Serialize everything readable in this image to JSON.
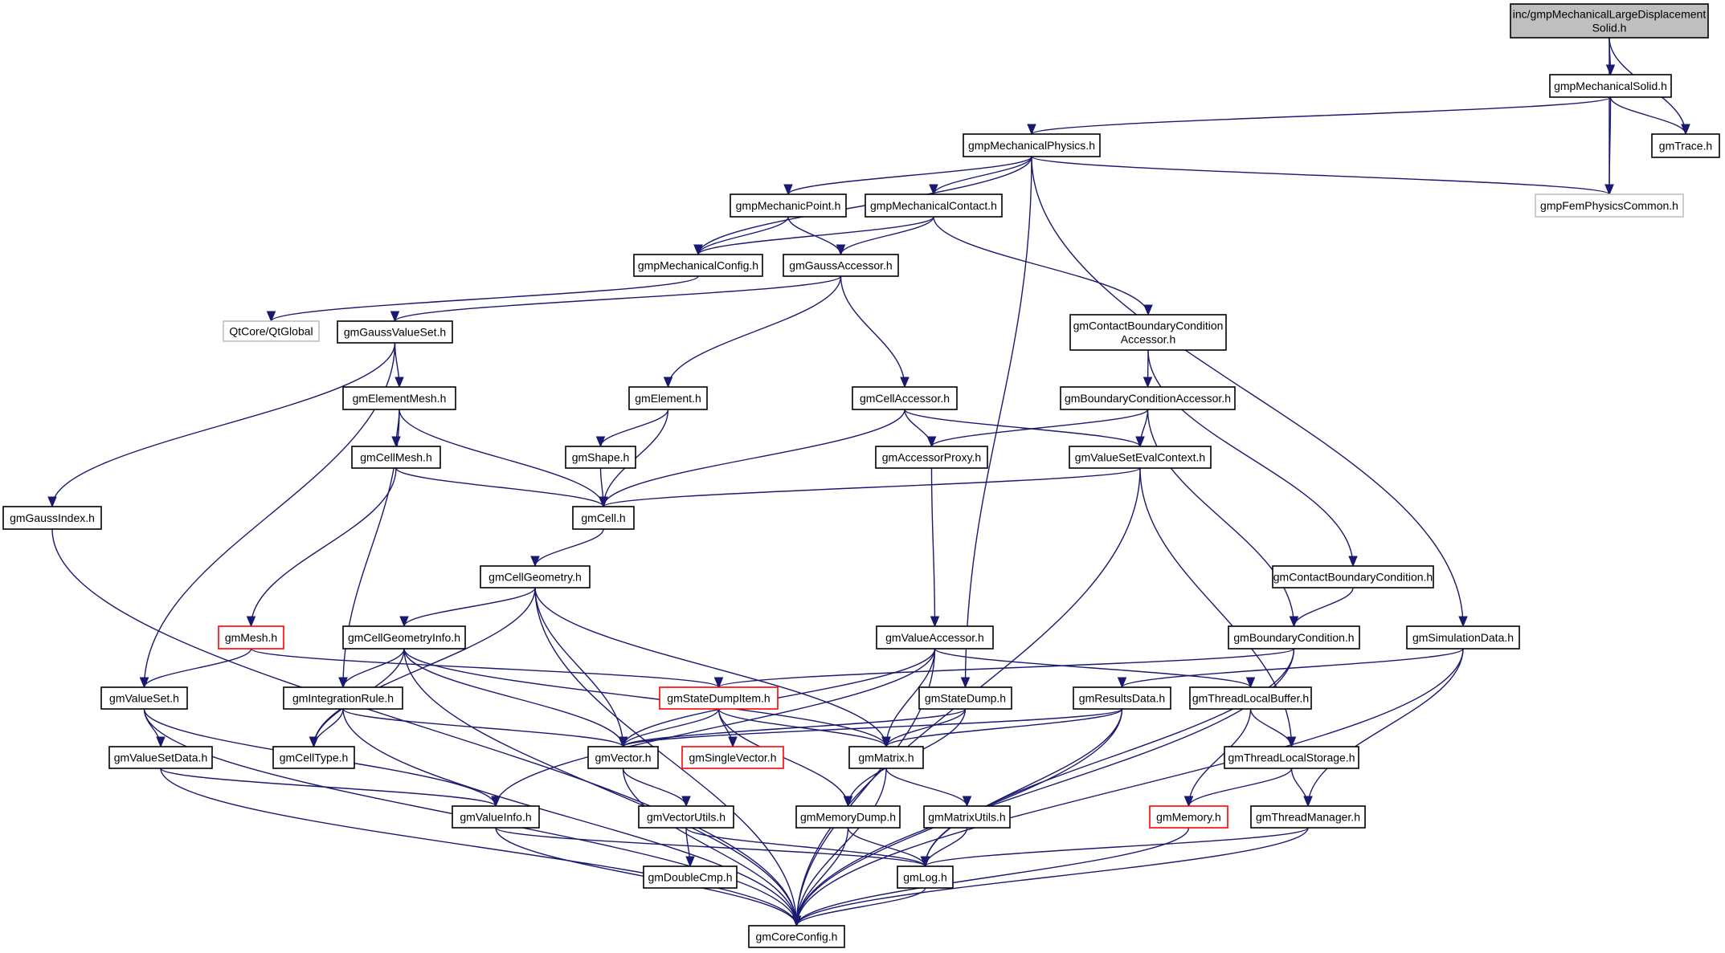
{
  "diagram": {
    "type": "include-dependency-graph",
    "colors": {
      "edge": "#191970",
      "root_fill": "#bfbfbf",
      "node_border": "#000000",
      "external_border": "#bfbfbf",
      "incomplete_border": "#ff0000"
    },
    "nodes": [
      {
        "id": "root",
        "label": [
          "inc/gmpMechanicalLargeDisplacement",
          "Solid.h"
        ],
        "kind": "root"
      },
      {
        "id": "mechSolid",
        "label": [
          "gmpMechanicalSolid.h"
        ],
        "kind": "normal"
      },
      {
        "id": "trace",
        "label": [
          "gmTrace.h"
        ],
        "kind": "normal"
      },
      {
        "id": "femCommon",
        "label": [
          "gmpFemPhysicsCommon.h"
        ],
        "kind": "external"
      },
      {
        "id": "mechPhysics",
        "label": [
          "gmpMechanicalPhysics.h"
        ],
        "kind": "normal"
      },
      {
        "id": "mechPoint",
        "label": [
          "gmpMechanicPoint.h"
        ],
        "kind": "normal"
      },
      {
        "id": "mechContact",
        "label": [
          "gmpMechanicalContact.h"
        ],
        "kind": "normal"
      },
      {
        "id": "mechConfig",
        "label": [
          "gmpMechanicalConfig.h"
        ],
        "kind": "normal"
      },
      {
        "id": "gaussAccessor",
        "label": [
          "gmGaussAccessor.h"
        ],
        "kind": "normal"
      },
      {
        "id": "qtGlobal",
        "label": [
          "QtCore/QtGlobal"
        ],
        "kind": "external"
      },
      {
        "id": "gaussValueSet",
        "label": [
          "gmGaussValueSet.h"
        ],
        "kind": "normal"
      },
      {
        "id": "contactBCAccessor",
        "label": [
          "gmContactBoundaryCondition",
          "Accessor.h"
        ],
        "kind": "normal"
      },
      {
        "id": "elementMesh",
        "label": [
          "gmElementMesh.h"
        ],
        "kind": "normal"
      },
      {
        "id": "element",
        "label": [
          "gmElement.h"
        ],
        "kind": "normal"
      },
      {
        "id": "cellAccessor",
        "label": [
          "gmCellAccessor.h"
        ],
        "kind": "normal"
      },
      {
        "id": "bcAccessor",
        "label": [
          "gmBoundaryConditionAccessor.h"
        ],
        "kind": "normal"
      },
      {
        "id": "cellMesh",
        "label": [
          "gmCellMesh.h"
        ],
        "kind": "normal"
      },
      {
        "id": "shape",
        "label": [
          "gmShape.h"
        ],
        "kind": "normal"
      },
      {
        "id": "accessorProxy",
        "label": [
          "gmAccessorProxy.h"
        ],
        "kind": "normal"
      },
      {
        "id": "valueSetEvalContext",
        "label": [
          "gmValueSetEvalContext.h"
        ],
        "kind": "normal"
      },
      {
        "id": "gaussIndex",
        "label": [
          "gmGaussIndex.h"
        ],
        "kind": "normal"
      },
      {
        "id": "cell",
        "label": [
          "gmCell.h"
        ],
        "kind": "normal"
      },
      {
        "id": "cellGeometry",
        "label": [
          "gmCellGeometry.h"
        ],
        "kind": "normal"
      },
      {
        "id": "contactBC",
        "label": [
          "gmContactBoundaryCondition.h"
        ],
        "kind": "normal"
      },
      {
        "id": "mesh",
        "label": [
          "gmMesh.h"
        ],
        "kind": "incomplete"
      },
      {
        "id": "cellGeometryInfo",
        "label": [
          "gmCellGeometryInfo.h"
        ],
        "kind": "normal"
      },
      {
        "id": "valueAccessor",
        "label": [
          "gmValueAccessor.h"
        ],
        "kind": "normal"
      },
      {
        "id": "boundaryCondition",
        "label": [
          "gmBoundaryCondition.h"
        ],
        "kind": "normal"
      },
      {
        "id": "simulationData",
        "label": [
          "gmSimulationData.h"
        ],
        "kind": "normal"
      },
      {
        "id": "valueSet",
        "label": [
          "gmValueSet.h"
        ],
        "kind": "normal"
      },
      {
        "id": "integrationRule",
        "label": [
          "gmIntegrationRule.h"
        ],
        "kind": "normal"
      },
      {
        "id": "stateDumpItem",
        "label": [
          "gmStateDumpItem.h"
        ],
        "kind": "incomplete"
      },
      {
        "id": "stateDump",
        "label": [
          "gmStateDump.h"
        ],
        "kind": "normal"
      },
      {
        "id": "resultsData",
        "label": [
          "gmResultsData.h"
        ],
        "kind": "normal"
      },
      {
        "id": "threadLocalBuffer",
        "label": [
          "gmThreadLocalBuffer.h"
        ],
        "kind": "normal"
      },
      {
        "id": "valueSetData",
        "label": [
          "gmValueSetData.h"
        ],
        "kind": "normal"
      },
      {
        "id": "cellType",
        "label": [
          "gmCellType.h"
        ],
        "kind": "normal"
      },
      {
        "id": "vector",
        "label": [
          "gmVector.h"
        ],
        "kind": "normal"
      },
      {
        "id": "singleVector",
        "label": [
          "gmSingleVector.h"
        ],
        "kind": "incomplete"
      },
      {
        "id": "matrix",
        "label": [
          "gmMatrix.h"
        ],
        "kind": "normal"
      },
      {
        "id": "threadLocalStorage",
        "label": [
          "gmThreadLocalStorage.h"
        ],
        "kind": "normal"
      },
      {
        "id": "valueInfo",
        "label": [
          "gmValueInfo.h"
        ],
        "kind": "normal"
      },
      {
        "id": "vectorUtils",
        "label": [
          "gmVectorUtils.h"
        ],
        "kind": "normal"
      },
      {
        "id": "memoryDump",
        "label": [
          "gmMemoryDump.h"
        ],
        "kind": "normal"
      },
      {
        "id": "matrixUtils",
        "label": [
          "gmMatrixUtils.h"
        ],
        "kind": "normal"
      },
      {
        "id": "memory",
        "label": [
          "gmMemory.h"
        ],
        "kind": "incomplete"
      },
      {
        "id": "threadManager",
        "label": [
          "gmThreadManager.h"
        ],
        "kind": "normal"
      },
      {
        "id": "doubleCmp",
        "label": [
          "gmDoubleCmp.h"
        ],
        "kind": "normal"
      },
      {
        "id": "log",
        "label": [
          "gmLog.h"
        ],
        "kind": "normal"
      },
      {
        "id": "coreConfig",
        "label": [
          "gmCoreConfig.h"
        ],
        "kind": "normal"
      }
    ],
    "edges": [
      [
        "root",
        "mechSolid"
      ],
      [
        "root",
        "trace"
      ],
      [
        "root",
        "femCommon"
      ],
      [
        "mechSolid",
        "mechPhysics"
      ],
      [
        "mechSolid",
        "trace"
      ],
      [
        "mechSolid",
        "femCommon"
      ],
      [
        "mechPhysics",
        "mechPoint"
      ],
      [
        "mechPhysics",
        "mechContact"
      ],
      [
        "mechPhysics",
        "mechConfig"
      ],
      [
        "mechPhysics",
        "femCommon"
      ],
      [
        "mechPhysics",
        "simulationData"
      ],
      [
        "mechPhysics",
        "stateDump"
      ],
      [
        "mechPoint",
        "mechConfig"
      ],
      [
        "mechPoint",
        "gaussAccessor"
      ],
      [
        "mechContact",
        "mechConfig"
      ],
      [
        "mechContact",
        "gaussAccessor"
      ],
      [
        "mechContact",
        "contactBCAccessor"
      ],
      [
        "mechConfig",
        "qtGlobal"
      ],
      [
        "gaussAccessor",
        "gaussValueSet"
      ],
      [
        "gaussAccessor",
        "element"
      ],
      [
        "gaussAccessor",
        "cellAccessor"
      ],
      [
        "gaussValueSet",
        "elementMesh"
      ],
      [
        "gaussValueSet",
        "gaussIndex"
      ],
      [
        "gaussValueSet",
        "valueSet"
      ],
      [
        "contactBCAccessor",
        "bcAccessor"
      ],
      [
        "contactBCAccessor",
        "contactBC"
      ],
      [
        "elementMesh",
        "cellMesh"
      ],
      [
        "elementMesh",
        "cell"
      ],
      [
        "elementMesh",
        "integrationRule"
      ],
      [
        "element",
        "shape"
      ],
      [
        "element",
        "cell"
      ],
      [
        "cellAccessor",
        "accessorProxy"
      ],
      [
        "cellAccessor",
        "valueSetEvalContext"
      ],
      [
        "cellAccessor",
        "cell"
      ],
      [
        "bcAccessor",
        "accessorProxy"
      ],
      [
        "bcAccessor",
        "valueSetEvalContext"
      ],
      [
        "bcAccessor",
        "boundaryCondition"
      ],
      [
        "cellMesh",
        "cell"
      ],
      [
        "cellMesh",
        "mesh"
      ],
      [
        "shape",
        "cell"
      ],
      [
        "accessorProxy",
        "valueAccessor"
      ],
      [
        "valueSetEvalContext",
        "cell"
      ],
      [
        "valueSetEvalContext",
        "threadLocalStorage"
      ],
      [
        "valueSetEvalContext",
        "coreConfig"
      ],
      [
        "gaussIndex",
        "coreConfig"
      ],
      [
        "cell",
        "cellGeometry"
      ],
      [
        "cellGeometry",
        "cellGeometryInfo"
      ],
      [
        "cellGeometry",
        "cellType"
      ],
      [
        "cellGeometry",
        "vector"
      ],
      [
        "cellGeometry",
        "matrix"
      ],
      [
        "cellGeometry",
        "coreConfig"
      ],
      [
        "contactBC",
        "boundaryCondition"
      ],
      [
        "mesh",
        "valueSet"
      ],
      [
        "mesh",
        "stateDumpItem"
      ],
      [
        "cellGeometryInfo",
        "integrationRule"
      ],
      [
        "cellGeometryInfo",
        "cellType"
      ],
      [
        "cellGeometryInfo",
        "vector"
      ],
      [
        "cellGeometryInfo",
        "matrix"
      ],
      [
        "cellGeometryInfo",
        "coreConfig"
      ],
      [
        "valueAccessor",
        "valueInfo"
      ],
      [
        "valueAccessor",
        "vector"
      ],
      [
        "valueAccessor",
        "matrix"
      ],
      [
        "valueAccessor",
        "threadLocalBuffer"
      ],
      [
        "valueAccessor",
        "coreConfig"
      ],
      [
        "boundaryCondition",
        "stateDumpItem"
      ],
      [
        "boundaryCondition",
        "log"
      ],
      [
        "boundaryCondition",
        "coreConfig"
      ],
      [
        "simulationData",
        "resultsData"
      ],
      [
        "simulationData",
        "threadManager"
      ],
      [
        "simulationData",
        "coreConfig"
      ],
      [
        "valueSet",
        "valueSetData"
      ],
      [
        "valueSet",
        "valueInfo"
      ],
      [
        "valueSet",
        "coreConfig"
      ],
      [
        "integrationRule",
        "cellType"
      ],
      [
        "integrationRule",
        "vector"
      ],
      [
        "integrationRule",
        "coreConfig"
      ],
      [
        "stateDumpItem",
        "vector"
      ],
      [
        "stateDumpItem",
        "singleVector"
      ],
      [
        "stateDumpItem",
        "matrix"
      ],
      [
        "stateDumpItem",
        "memoryDump"
      ],
      [
        "stateDump",
        "vector"
      ],
      [
        "stateDump",
        "matrix"
      ],
      [
        "stateDump",
        "memoryDump"
      ],
      [
        "resultsData",
        "vector"
      ],
      [
        "resultsData",
        "matrix"
      ],
      [
        "resultsData",
        "log"
      ],
      [
        "resultsData",
        "coreConfig"
      ],
      [
        "threadLocalBuffer",
        "threadLocalStorage"
      ],
      [
        "threadLocalBuffer",
        "memory"
      ],
      [
        "valueSetData",
        "valueInfo"
      ],
      [
        "valueSetData",
        "coreConfig"
      ],
      [
        "vector",
        "vectorUtils"
      ],
      [
        "vector",
        "coreConfig"
      ],
      [
        "matrix",
        "matrixUtils"
      ],
      [
        "matrix",
        "coreConfig"
      ],
      [
        "threadLocalStorage",
        "memory"
      ],
      [
        "threadLocalStorage",
        "threadManager"
      ],
      [
        "valueInfo",
        "log"
      ],
      [
        "valueInfo",
        "coreConfig"
      ],
      [
        "vectorUtils",
        "doubleCmp"
      ],
      [
        "vectorUtils",
        "log"
      ],
      [
        "memoryDump",
        "log"
      ],
      [
        "memoryDump",
        "coreConfig"
      ],
      [
        "matrixUtils",
        "log"
      ],
      [
        "memory",
        "coreConfig"
      ],
      [
        "threadManager",
        "log"
      ],
      [
        "threadManager",
        "coreConfig"
      ],
      [
        "log",
        "coreConfig"
      ]
    ]
  }
}
